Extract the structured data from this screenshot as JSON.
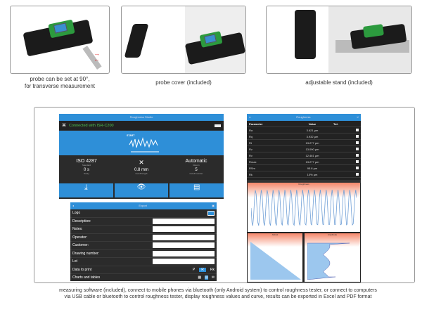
{
  "captions": {
    "probe_90": [
      "probe can be set at 90°,",
      "for transverse measurement"
    ],
    "probe_cover": "probe cover (included)",
    "stand": "adjustable stand (included)",
    "software": [
      "measuring software (included), connect to mobile phones via bluetooth (only Android system) to control roughness tester, or connect to computers",
      "via USB cable or bluetooth to control roughness tester, display roughness values and curve, results can be exported in Excel and PDF format"
    ]
  },
  "main_app": {
    "title": "Roughness Studio",
    "status": "Connected with ISR-C200",
    "start_label": "START",
    "standard_value": "ISO 4287",
    "standard_label": "Standard",
    "delay_value": "0 s",
    "delay_label": "Delay",
    "cutoff_value": "0.8 mm",
    "cutoff_label": "Cutoff length",
    "return_value": "Automatic",
    "return_label": "Return",
    "cutoff_number_value": "5",
    "cutoff_number_label": "Cutoff number",
    "accent": "#2e8fd8",
    "status_color": "#4fc34f"
  },
  "export_app": {
    "title": "Export",
    "fields": [
      "Logo",
      "Description:",
      "Notes:",
      "Operator:",
      "Customer:",
      "Drawing number:",
      "Lot"
    ],
    "data_to_print_label": "Data to print",
    "data_options": [
      "P",
      "R",
      "Rk"
    ],
    "charts_label": "Charts and tables"
  },
  "params_app": {
    "title": "Roughness",
    "headers": [
      "Parameter",
      "Value",
      "Tol."
    ],
    "rows": [
      {
        "p": "Ra",
        "v": "3.621 µm"
      },
      {
        "p": "Rq",
        "v": "3.932 µm"
      },
      {
        "p": "Rt",
        "v": "13.277 µm"
      },
      {
        "p": "Rz",
        "v": "13.090 µm"
      },
      {
        "p": "Rv",
        "v": "12.461 µm"
      },
      {
        "p": "Rmax",
        "v": "13.277 µm"
      },
      {
        "p": "RSm",
        "v": "95.8 µm"
      },
      {
        "p": "Rk",
        "v": "10% µm"
      }
    ],
    "chart_titles": [
      "Roughness",
      "Abbott",
      "Amplitude"
    ],
    "chart_bg": "#f4876a"
  }
}
